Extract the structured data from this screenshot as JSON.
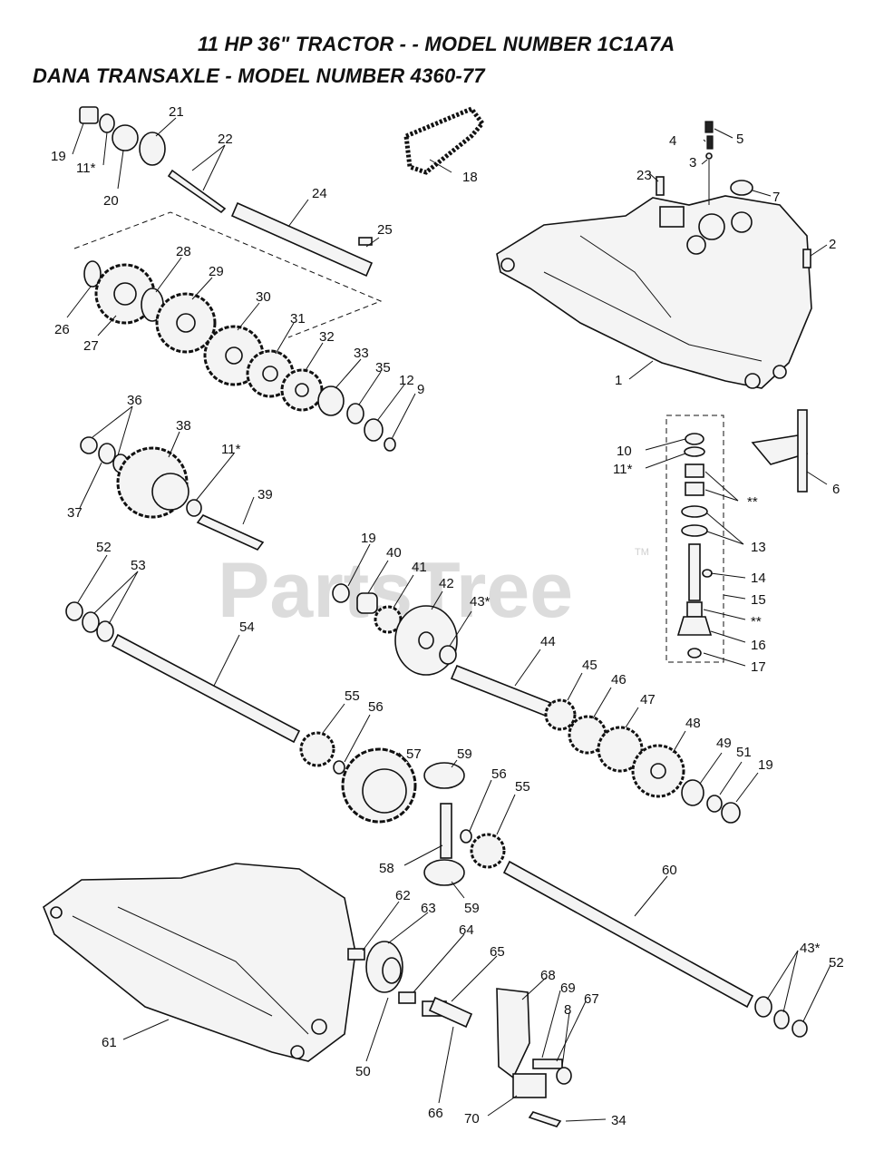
{
  "header": {
    "title_line1": "11 HP 36\" TRACTOR - - MODEL NUMBER 1C1A7A",
    "title_line2": "DANA TRANSAXLE - MODEL NUMBER 4360-77"
  },
  "watermark": {
    "text": "PartsTree",
    "trademark": "TM"
  },
  "part_labels": [
    "19",
    "11*",
    "20",
    "21",
    "22",
    "24",
    "25",
    "18",
    "4",
    "5",
    "3",
    "23",
    "7",
    "2",
    "1",
    "26",
    "27",
    "28",
    "29",
    "30",
    "31",
    "32",
    "33",
    "35",
    "12",
    "9",
    "36",
    "37",
    "38",
    "11*",
    "39",
    "10",
    "11*",
    "**",
    "13",
    "14",
    "15",
    "**",
    "16",
    "17",
    "6",
    "52",
    "53",
    "54",
    "19",
    "40",
    "41",
    "42",
    "43*",
    "44",
    "45",
    "46",
    "47",
    "48",
    "49",
    "51",
    "19",
    "55",
    "56",
    "57",
    "59",
    "56",
    "55",
    "58",
    "59",
    "60",
    "61",
    "62",
    "63",
    "64",
    "65",
    "50",
    "66",
    "68",
    "69",
    "67",
    "8",
    "70",
    "34",
    "43*",
    "52"
  ]
}
